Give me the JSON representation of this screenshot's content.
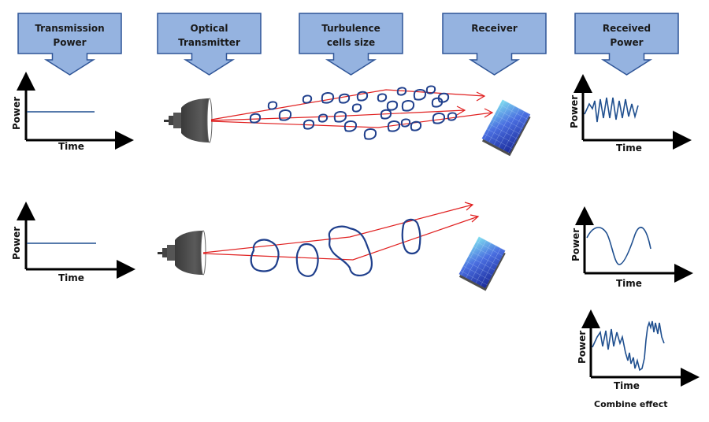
{
  "headers": [
    {
      "id": "transmission-power",
      "lines": [
        "Transmission",
        "Power"
      ]
    },
    {
      "id": "optical-transmitter",
      "lines": [
        "Optical",
        "Transmitter"
      ]
    },
    {
      "id": "turbulence-cells-size",
      "lines": [
        "Turbulence",
        "cells size"
      ]
    },
    {
      "id": "receiver",
      "lines": [
        "Receiver"
      ]
    },
    {
      "id": "received-power",
      "lines": [
        "Received",
        "Power"
      ]
    }
  ],
  "colors": {
    "header_fill": "#95b3e0",
    "header_stroke": "#2f5597",
    "beam": "#e02020",
    "cell": "#1f3f8c",
    "signal": "#1f4f8f",
    "axis": "#000000"
  },
  "plots": {
    "tx_top": {
      "ylabel": "Power",
      "xlabel": "Time",
      "signal": "constant"
    },
    "tx_bottom": {
      "ylabel": "Power",
      "xlabel": "Time",
      "signal": "constant"
    },
    "rx_small_cells": {
      "ylabel": "Power",
      "xlabel": "Time",
      "signal": "fast fluctuation (scintillation)"
    },
    "rx_large_cells": {
      "ylabel": "Power",
      "xlabel": "Time",
      "signal": "slow fluctuation (beam wander)"
    },
    "rx_combined": {
      "ylabel": "Power",
      "xlabel": "Time",
      "signal": "combined fast + slow fluctuation",
      "caption": "Combine effect"
    }
  },
  "scenarios": [
    {
      "name": "small-turbulence-cells",
      "description": "Many small turbulence cells along beam path"
    },
    {
      "name": "large-turbulence-cells",
      "description": "Few large turbulence cells deflecting the beam"
    }
  ]
}
